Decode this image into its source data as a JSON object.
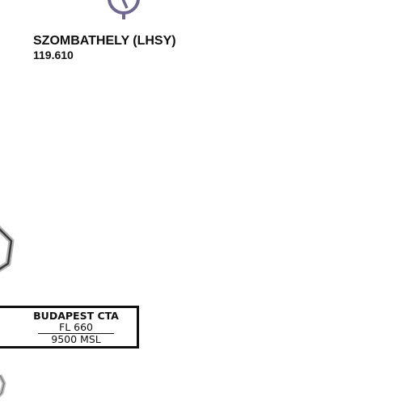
{
  "airport": {
    "name": "SZOMBATHELY (LHSY)",
    "frequency": "119.610",
    "symbol_icon": "airfield-icon",
    "symbol_color": "#6f6790"
  },
  "airspace": {
    "name": "BUDAPEST CTA",
    "upper_limit": "FL 660",
    "lower_limit": "9500 MSL"
  },
  "symbols": {
    "left_icon": "navaid-hexagon-icon",
    "bottom_icon": "navaid-partial-icon",
    "symbol_color": "#8a8a8a"
  }
}
